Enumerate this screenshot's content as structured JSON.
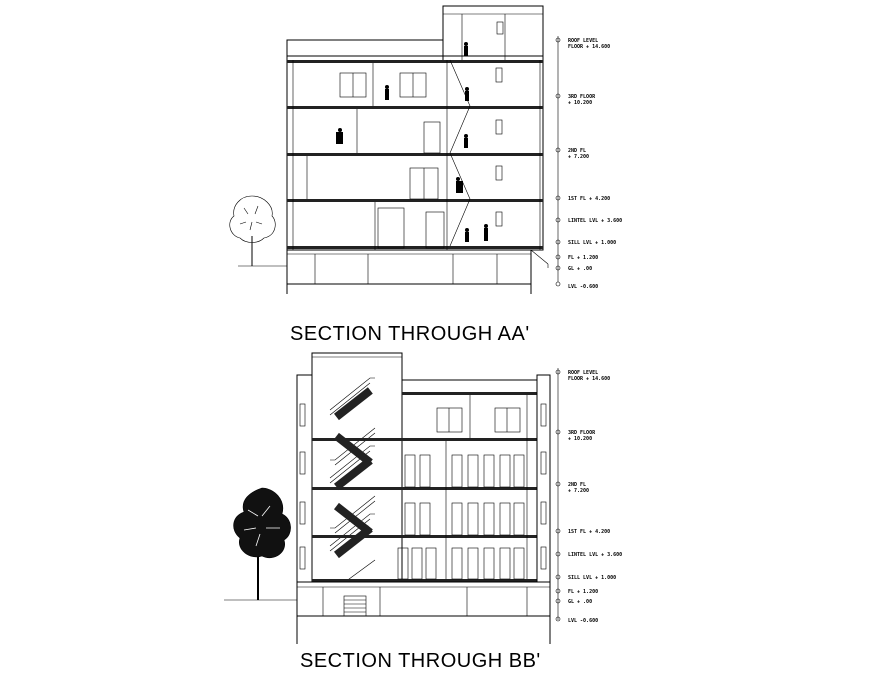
{
  "section_aa": {
    "caption": "SECTION THROUGH AA'",
    "levels": [
      {
        "line1": "ROOF LEVEL",
        "line2": "FLOOR + 14.600"
      },
      {
        "line1": "3RD FLOOR",
        "line2": "+ 10.200"
      },
      {
        "line1": "2ND FL",
        "line2": "+ 7.200"
      },
      {
        "line1": "1ST FL + 4.200",
        "line2": ""
      },
      {
        "line1": "LINTEL LVL + 3.600",
        "line2": ""
      },
      {
        "line1": "SILL LVL + 1.000",
        "line2": ""
      },
      {
        "line1": "FL + 1.200",
        "line2": ""
      },
      {
        "line1": "GL + .00",
        "line2": ""
      },
      {
        "line1": "LVL -0.600",
        "line2": ""
      }
    ]
  },
  "section_bb": {
    "caption": "SECTION THROUGH BB'",
    "levels": [
      {
        "line1": "ROOF LEVEL",
        "line2": "FLOOR + 14.600"
      },
      {
        "line1": "3RD FLOOR",
        "line2": "+ 10.200"
      },
      {
        "line1": "2ND FL",
        "line2": "+ 7.200"
      },
      {
        "line1": "1ST FL + 4.200",
        "line2": ""
      },
      {
        "line1": "LINTEL LVL + 3.600",
        "line2": ""
      },
      {
        "line1": "SILL LVL + 1.000",
        "line2": ""
      },
      {
        "line1": "FL + 1.200",
        "line2": ""
      },
      {
        "line1": "GL + .00",
        "line2": ""
      },
      {
        "line1": "LVL -0.600",
        "line2": ""
      }
    ]
  }
}
